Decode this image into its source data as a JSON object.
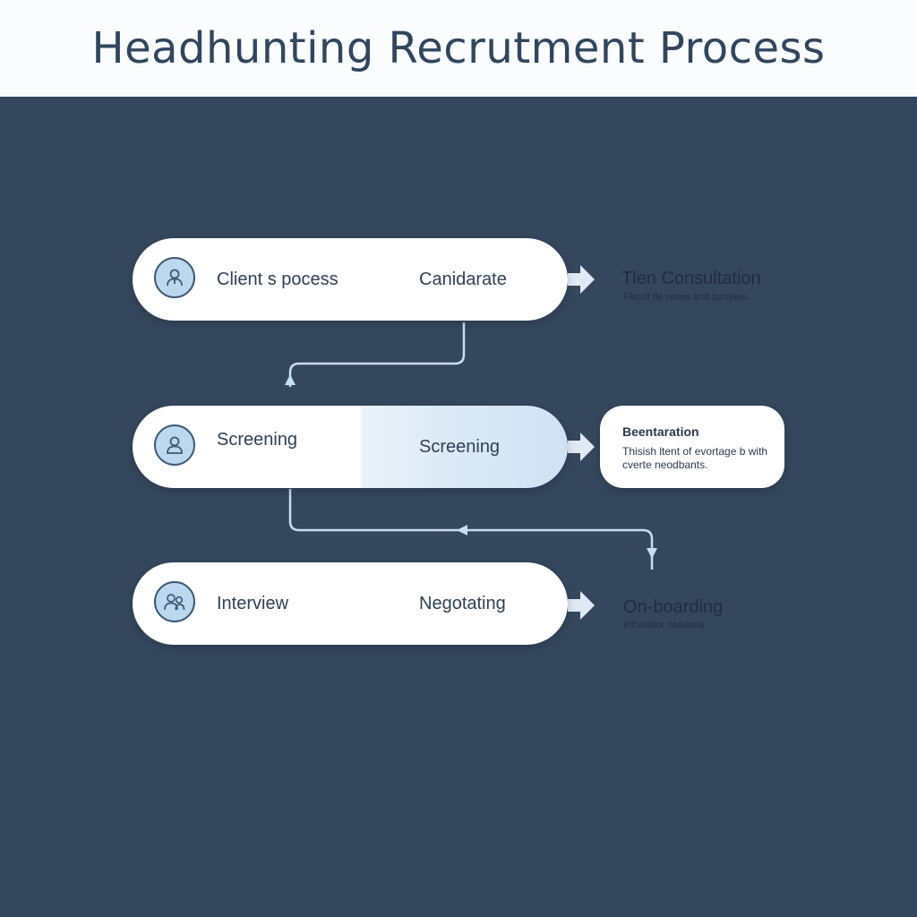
{
  "title": "Headhunting Recrutment Process",
  "rows": [
    {
      "left_label": "Client s pocess",
      "right_label": "Canidarate",
      "icon": "person-icon",
      "side_title": "Tlen Consultation",
      "side_sub": "Flecdt fle reses and tpruples."
    },
    {
      "left_label": "Screening",
      "right_label": "Screening",
      "icon": "person-icon",
      "card_title": "Beentaration",
      "card_text": "Thisish ltent of evortage b with cverte neodbants."
    },
    {
      "left_label": "Interview",
      "right_label": "Negotating",
      "icon": "people-icon",
      "side_title": "On-boarding",
      "side_sub": "Inthealtor neadatie"
    }
  ],
  "colors": {
    "background": "#34475d",
    "header_bg": "#fbfcfd",
    "title": "#31465e",
    "connector": "#c8def2",
    "icon_fill": "#bcd8ee"
  }
}
